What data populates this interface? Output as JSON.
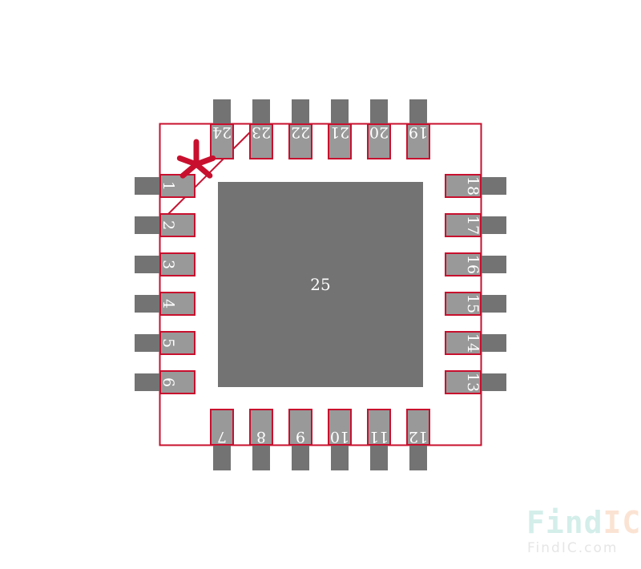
{
  "colors": {
    "outline": "#c8102e",
    "pad": "#999999",
    "pin": "#737373",
    "label": "#ffffff"
  },
  "pins": {
    "left": [
      "1",
      "2",
      "3",
      "4",
      "5",
      "6"
    ],
    "bottom": [
      "7",
      "8",
      "9",
      "10",
      "11",
      "12"
    ],
    "right": [
      "13",
      "14",
      "15",
      "16",
      "17",
      "18"
    ],
    "top": [
      "19",
      "20",
      "21",
      "22",
      "23",
      "24"
    ]
  },
  "thermal_pad": "25",
  "pin1_marker_icon": "asterisk-icon",
  "watermark": {
    "logo_find": "Find",
    "logo_ic": "IC",
    "url": "FindIC.com"
  }
}
